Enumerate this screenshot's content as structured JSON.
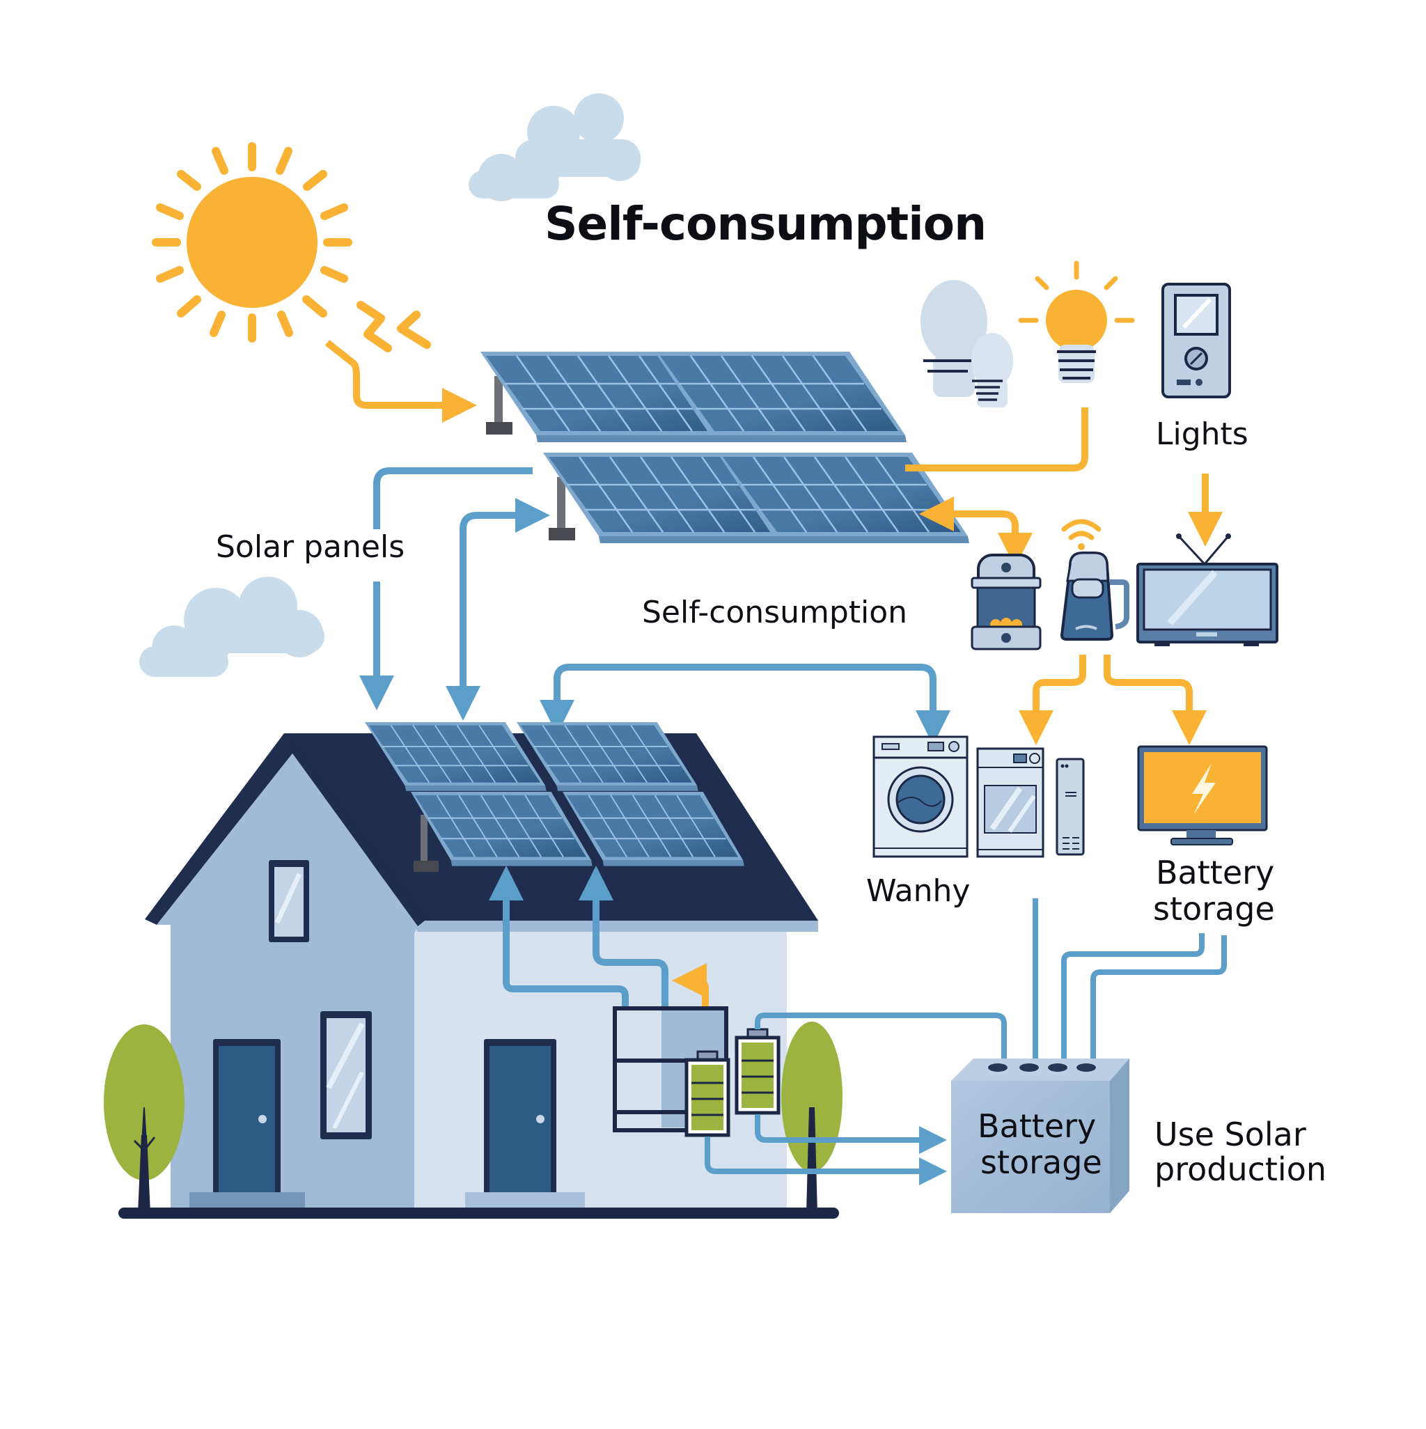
{
  "title": "Self-consumption",
  "labels": {
    "solar_panels": "Solar panels",
    "self_consumption_mid": "Self-consumption",
    "lights": "Lights",
    "washing": "Wanhy",
    "battery_storage_right_line1": "Battery",
    "battery_storage_right_line2": "storage",
    "battery_block_line1": "Battery",
    "battery_block_line2": "storage",
    "use_solar_line1": "Use Solar",
    "use_solar_line2": "production"
  },
  "icons": [
    "sun-icon",
    "cloud-icon",
    "solar-panel-icon",
    "light-bulb-icon",
    "thermostat-icon",
    "air-fryer-icon",
    "kettle-icon",
    "wifi-icon",
    "tv-icon",
    "washing-machine-icon",
    "oven-icon",
    "computer-tower-icon",
    "monitor-lightning-icon",
    "battery-icon",
    "house-icon",
    "tree-icon",
    "battery-storage-block-icon"
  ],
  "colors": {
    "sun": "#F9B233",
    "energy_flow": "#F9B233",
    "grid_flow": "#5B9EC9",
    "panel_dark": "#3D6A96",
    "panel_frame": "#7FA8CE",
    "roof": "#1F2D4F",
    "house_left": "#A1BAD6",
    "house_right": "#D6E2EF",
    "door": "#2E5A86",
    "outline": "#1B2744",
    "battery_green": "#9DB340",
    "tree": "#9DB340",
    "cloud": "#C9DCEC",
    "storage_block": "#A1BAD6",
    "text": "#0D0F14"
  }
}
